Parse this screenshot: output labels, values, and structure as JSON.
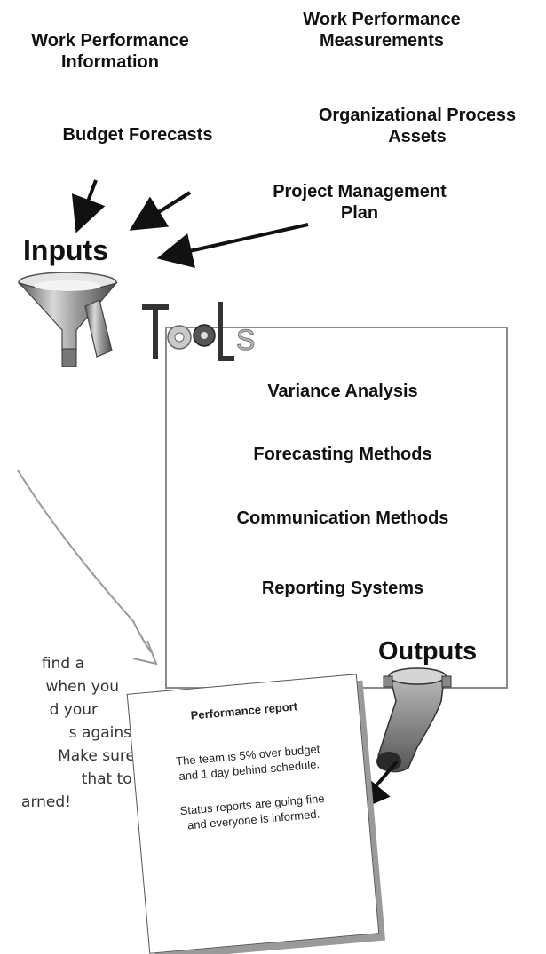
{
  "inputs": {
    "heading": "Inputs",
    "labels": {
      "work_performance_information": "Work Performance\nInformation",
      "work_performance_measurements": "Work Performance\nMeasurements",
      "budget_forecasts": "Budget Forecasts",
      "organizational_process_assets": "Organizational Process\nAssets",
      "project_management_plan": "Project Management\nPlan"
    }
  },
  "tools": {
    "heading_letters": "ools",
    "items": [
      "Variance Analysis",
      "Forecasting Methods",
      "Communication Methods",
      "Reporting Systems"
    ]
  },
  "outputs": {
    "heading": "Outputs"
  },
  "note_lines": [
    "find a",
    "when you",
    "d your",
    "s against the",
    "Make sure",
    "that to the",
    "arned!"
  ],
  "report": {
    "title": "Performance report",
    "line1": "The team is 5% over budget",
    "line2": "and 1 day behind schedule.",
    "line3": "Status reports are going fine",
    "line4": "and everyone is informed."
  },
  "colors": {
    "ink": "#111111",
    "box_border": "#8a8a8a",
    "funnel_metal": "#9c9c9c",
    "note_ink": "#333333"
  },
  "icons": [
    "funnel-icon",
    "t-tool-icon",
    "gear-icon",
    "allen-key-icon",
    "pipe-elbow-icon"
  ]
}
